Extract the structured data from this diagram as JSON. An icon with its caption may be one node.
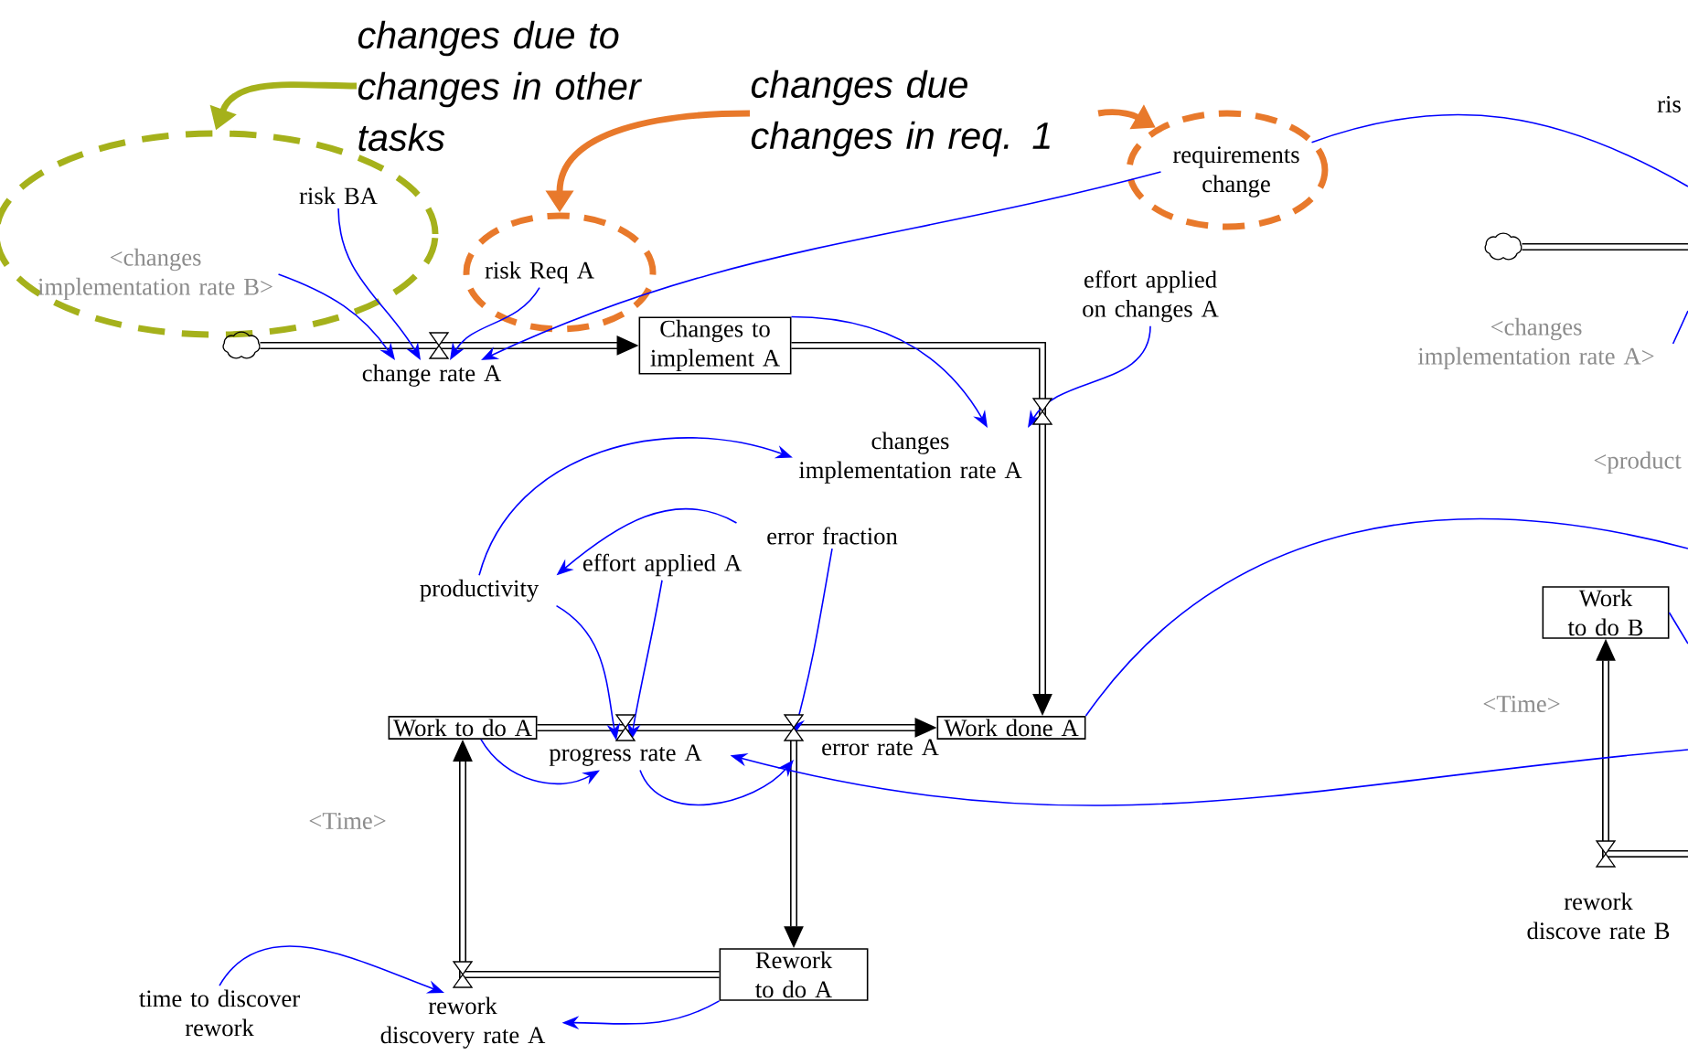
{
  "diagram": {
    "nodes": [
      {
        "text": [
          "changes due to changes in other tasks"
        ]
      },
      {
        "text": [
          "changes due changes in req. 1"
        ]
      },
      {
        "text": [],
        "shape": "ellipse"
      },
      {
        "text": [
          "risk BA"
        ],
        "in": 2
      },
      {
        "text": [
          "<changes implementation rate B>"
        ],
        "in": 2
      },
      {
        "text": [],
        "shape": "ellipse"
      },
      {
        "text": [
          "risk Req A"
        ],
        "in": 5
      },
      {
        "text": [],
        "shape": "ellipse"
      },
      {
        "text": [
          "requirements change"
        ],
        "in": 7
      },
      {
        "text": [],
        "shape": "cloud"
      },
      {
        "text": [
          "change rate A"
        ]
      },
      {
        "text": [
          "Changes to implement A"
        ]
      },
      {
        "text": [
          "effort applied on changes A"
        ]
      },
      {
        "text": [
          "changes implementation rate A"
        ]
      },
      {
        "text": [
          "productivity"
        ]
      },
      {
        "text": [
          "effort applied A"
        ]
      },
      {
        "text": [
          "error fraction"
        ]
      },
      {
        "text": [
          "Work to do A"
        ]
      },
      {
        "text": [
          "progress rate A"
        ]
      },
      {
        "text": [
          "error rate A"
        ]
      },
      {
        "text": [
          "Work done A"
        ]
      },
      {
        "text": [
          "Rework to do A"
        ]
      },
      {
        "text": [
          "rework discovery rate A"
        ]
      },
      {
        "text": [
          "time to discover rework"
        ]
      },
      {
        "text": [],
        "shape": "cloud"
      },
      {
        "text": [
          "<changes implementation rate A>"
        ]
      },
      {
        "text": [
          "Work to do B"
        ]
      },
      {
        "text": [
          "rework discove rate B"
        ]
      }
    ],
    "edges": [
      {
        "from": 9,
        "to": 11,
        "arrow": "to",
        "style": "thick",
        "color": "#000000"
      },
      {
        "from": 11,
        "to": 20,
        "arrow": "to",
        "style": "thick",
        "color": "#000000"
      },
      {
        "from": 17,
        "to": 20,
        "arrow": "to",
        "style": "thick",
        "color": "#000000"
      },
      {
        "from": 19,
        "to": 21,
        "arrow": "to",
        "style": "thick",
        "color": "#000000"
      },
      {
        "from": 21,
        "to": 17,
        "arrow": "to",
        "style": "thick",
        "color": "#000000"
      },
      {
        "from": 24,
        "to": null,
        "arrow": "none",
        "style": "thick",
        "color": "#000000"
      },
      {
        "from": null,
        "to": 26,
        "arrow": "to",
        "style": "thick",
        "color": "#000000"
      },
      {
        "from": 3,
        "to": 10,
        "arrow": "to"
      },
      {
        "from": 4,
        "to": 10,
        "arrow": "to"
      },
      {
        "from": 6,
        "to": 10,
        "arrow": "to"
      },
      {
        "from": 8,
        "to": 10,
        "arrow": "to"
      },
      {
        "from": 8,
        "to": null,
        "arrow": "none"
      },
      {
        "from": 11,
        "to": 13,
        "arrow": "to"
      },
      {
        "from": 12,
        "to": 13,
        "arrow": "to"
      },
      {
        "from": 14,
        "to": 13,
        "arrow": "to"
      },
      {
        "from": 16,
        "to": 14,
        "arrow": "to"
      },
      {
        "from": 14,
        "to": 18,
        "arrow": "to"
      },
      {
        "from": 15,
        "to": 18,
        "arrow": "to"
      },
      {
        "from": 16,
        "to": 19,
        "arrow": "to"
      },
      {
        "from": 17,
        "to": 18,
        "arrow": "to"
      },
      {
        "from": 18,
        "to": 19,
        "arrow": "to"
      },
      {
        "from": 20,
        "to": null,
        "arrow": "none"
      },
      {
        "from": null,
        "to": 18,
        "arrow": "to"
      },
      {
        "from": 23,
        "to": 22,
        "arrow": "to"
      },
      {
        "from": 21,
        "to": 22,
        "arrow": "to"
      },
      {
        "from": 25,
        "to": null,
        "arrow": "none"
      },
      {
        "from": 26,
        "to": null,
        "arrow": "none"
      },
      {
        "from": 0,
        "to": 2,
        "arrow": "to",
        "style": "thick",
        "color": "#a5b11b"
      },
      {
        "from": 1,
        "to": 5,
        "arrow": "to",
        "style": "thick",
        "color": "#e8792b"
      },
      {
        "from": 1,
        "to": 7,
        "arrow": "to",
        "style": "thick",
        "color": "#e8792b"
      }
    ],
    "labels": [
      "ris",
      "<product",
      "<Time>",
      "<Time>"
    ]
  }
}
